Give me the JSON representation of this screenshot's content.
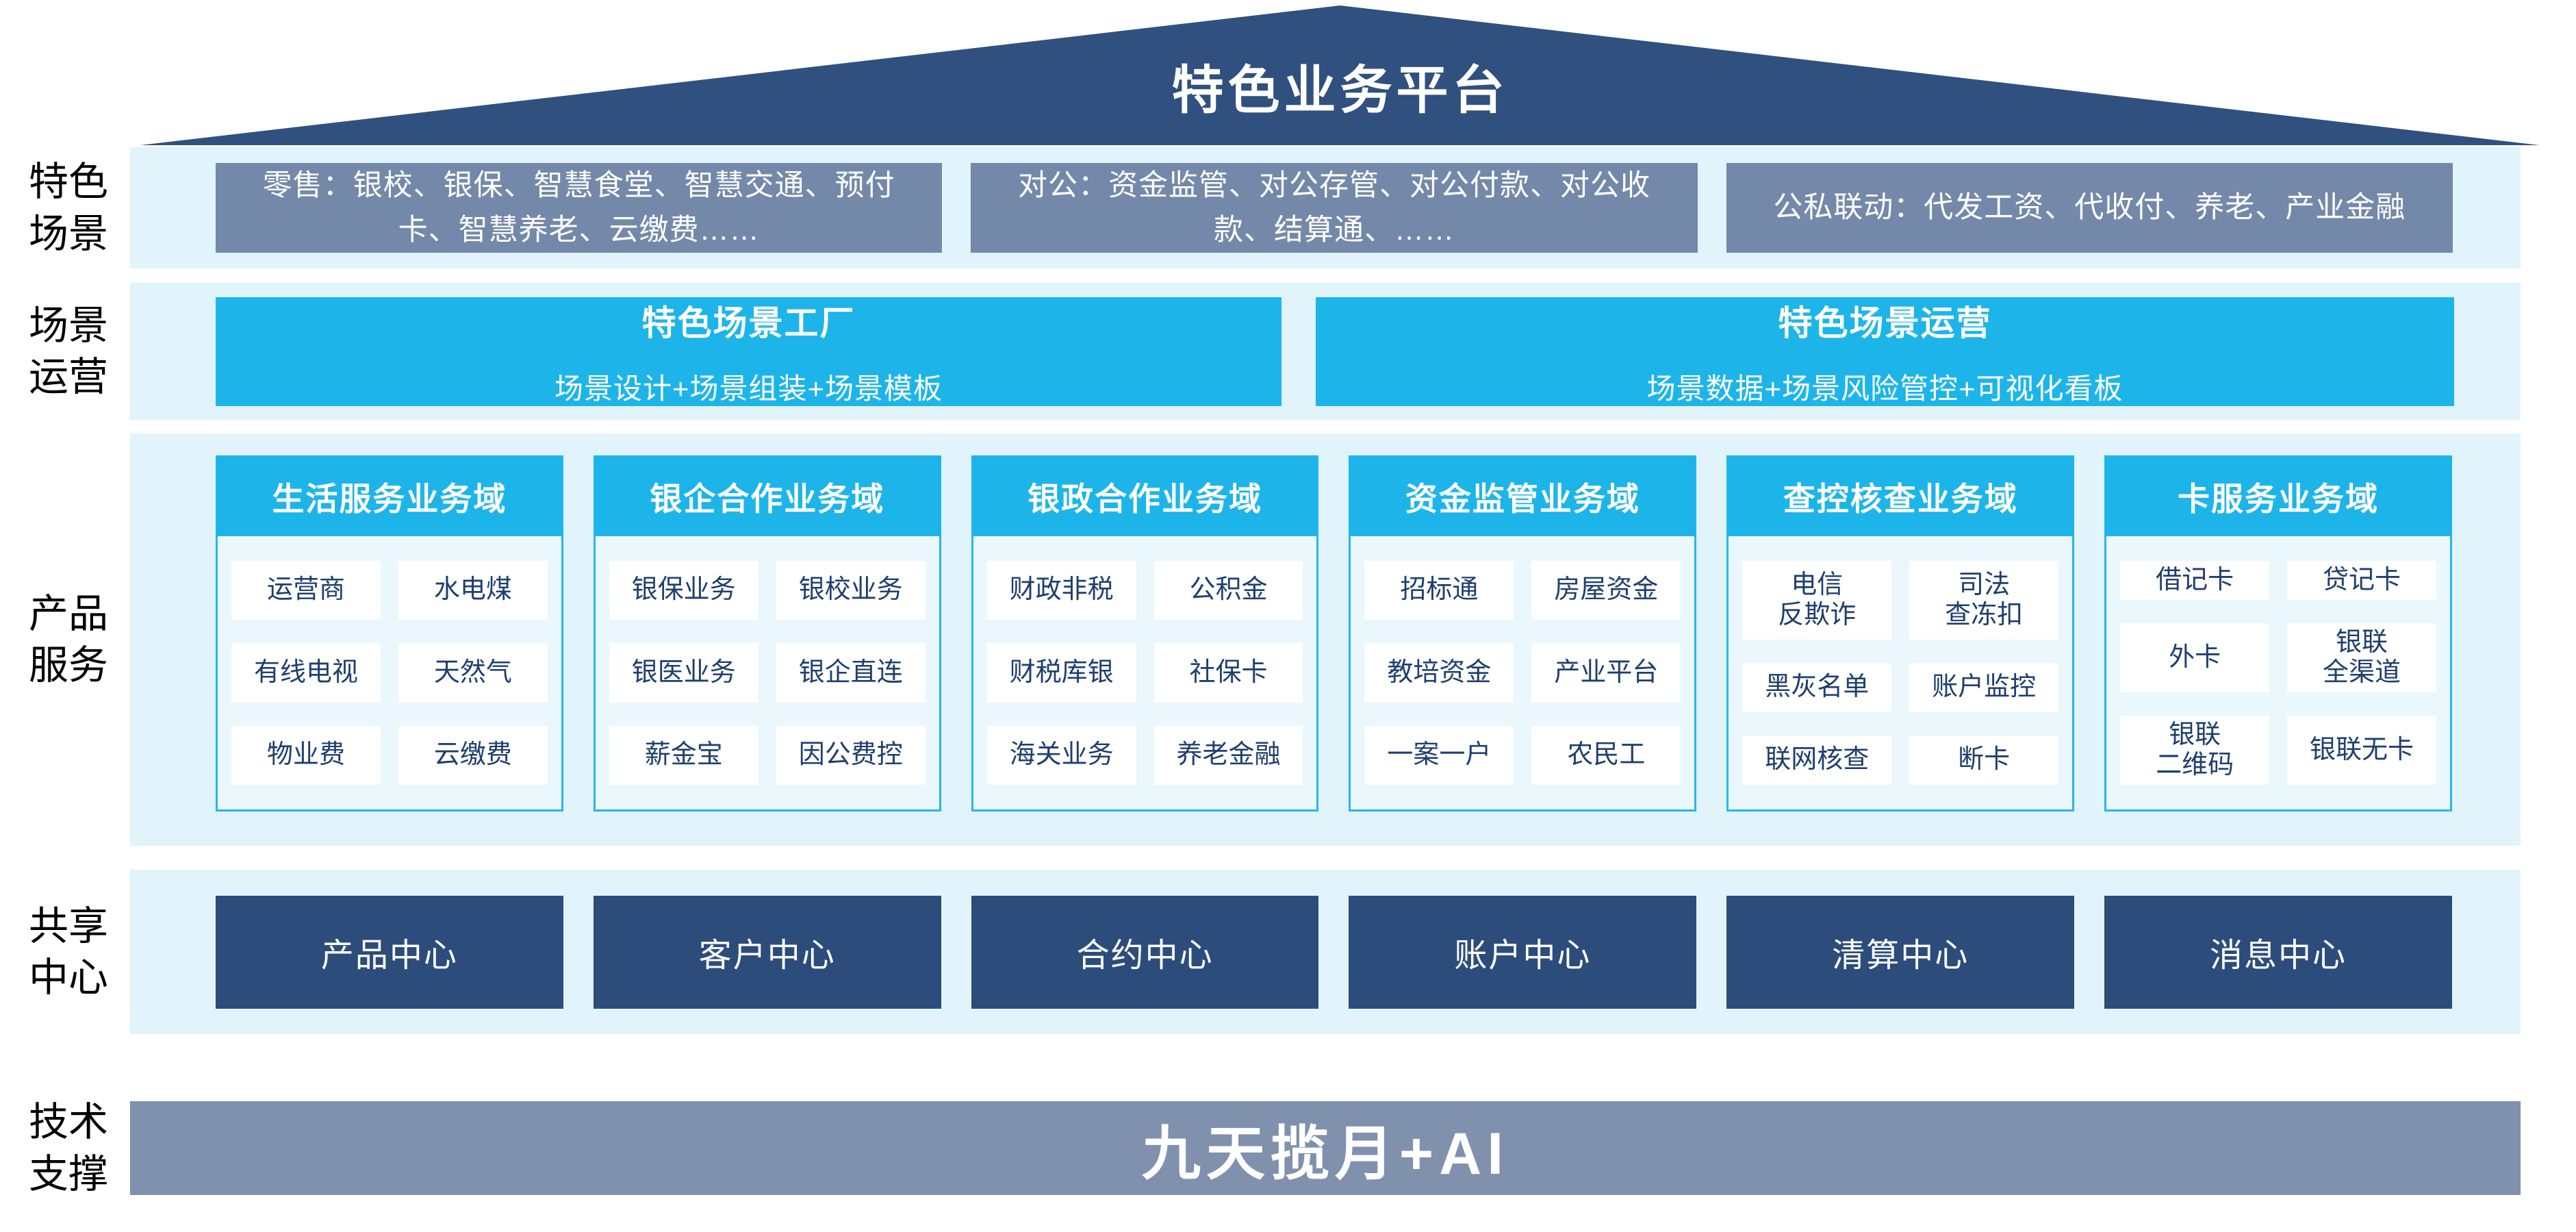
{
  "title": "特色业务平台",
  "side_labels": [
    "特色\n场景",
    "场景\n运营",
    "产品\n服务",
    "共享\n中心",
    "技术\n支撑"
  ],
  "scenario_row": {
    "boxes": [
      "零售：银校、银保、智慧食堂、智慧交通、预付卡、智慧养老、云缴费……",
      "对公：资金监管、对公存管、对公付款、对公收款、结算通、……",
      "公私联动：代发工资、代收付、养老、产业金融"
    ]
  },
  "operation_row": {
    "boxes": [
      {
        "title": "特色场景工厂",
        "subtitle": "场景设计+场景组装+场景模板"
      },
      {
        "title": "特色场景运营",
        "subtitle": "场景数据+场景风险管控+可视化看板"
      }
    ]
  },
  "products": {
    "cards": [
      {
        "title": "生活服务业务域",
        "cells": [
          "运营商",
          "水电煤",
          "有线电视",
          "天然气",
          "物业费",
          "云缴费"
        ]
      },
      {
        "title": "银企合作业务域",
        "cells": [
          "银保业务",
          "银校业务",
          "银医业务",
          "银企直连",
          "薪金宝",
          "因公费控"
        ]
      },
      {
        "title": "银政合作业务域",
        "cells": [
          "财政非税",
          "公积金",
          "财税库银",
          "社保卡",
          "海关业务",
          "养老金融"
        ]
      },
      {
        "title": "资金监管业务域",
        "cells": [
          "招标通",
          "房屋资金",
          "教培资金",
          "产业平台",
          "一案一户",
          "农民工"
        ]
      },
      {
        "title": "查控核查业务域",
        "cells": [
          "电信\n反欺诈",
          "司法\n查冻扣",
          "黑灰名单",
          "账户监控",
          "联网核查",
          "断卡"
        ]
      },
      {
        "title": "卡服务业务域",
        "cells": [
          "借记卡",
          "贷记卡",
          "外卡",
          "银联\n全渠道",
          "银联\n二维码",
          "银联无卡"
        ]
      }
    ]
  },
  "shared_centers": [
    "产品中心",
    "客户中心",
    "合约中心",
    "账户中心",
    "清算中心",
    "消息中心"
  ],
  "tech_support": "九天揽月+AI",
  "colors": {
    "roof_navy": "#30507f",
    "band_light_blue": "#e1f3fb",
    "cyan": "#1db5e9",
    "slate_gray": "#7489a9",
    "center_navy": "#2c4c7c",
    "tech_bar_slate": "#8091ae",
    "cell_text_navy": "#1e3f6f"
  }
}
